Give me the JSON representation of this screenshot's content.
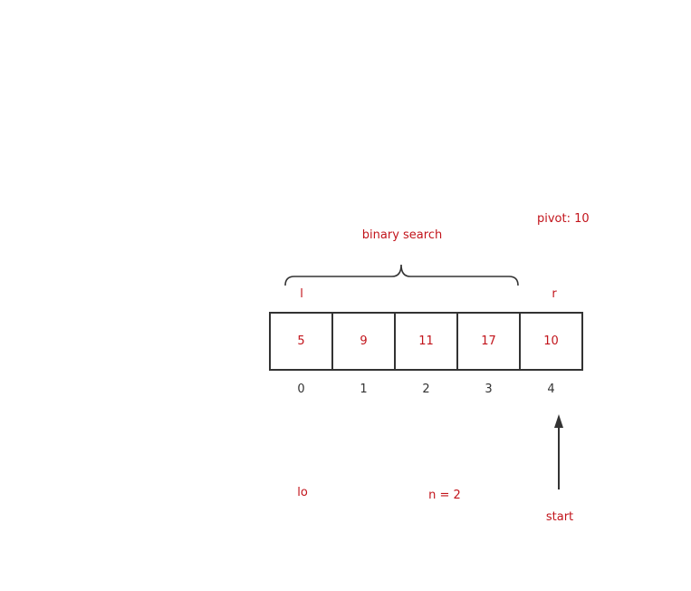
{
  "labels": {
    "pivot": "pivot: 10",
    "binary_search": "binary search",
    "left_pointer": "l",
    "right_pointer": "r",
    "lo": "lo",
    "n": "n = 2",
    "start": "start"
  },
  "array": {
    "values": [
      "5",
      "9",
      "11",
      "17",
      "10"
    ],
    "indices": [
      "0",
      "1",
      "2",
      "3",
      "4"
    ]
  },
  "colors": {
    "accent": "#c2141b",
    "stroke": "#333333"
  }
}
